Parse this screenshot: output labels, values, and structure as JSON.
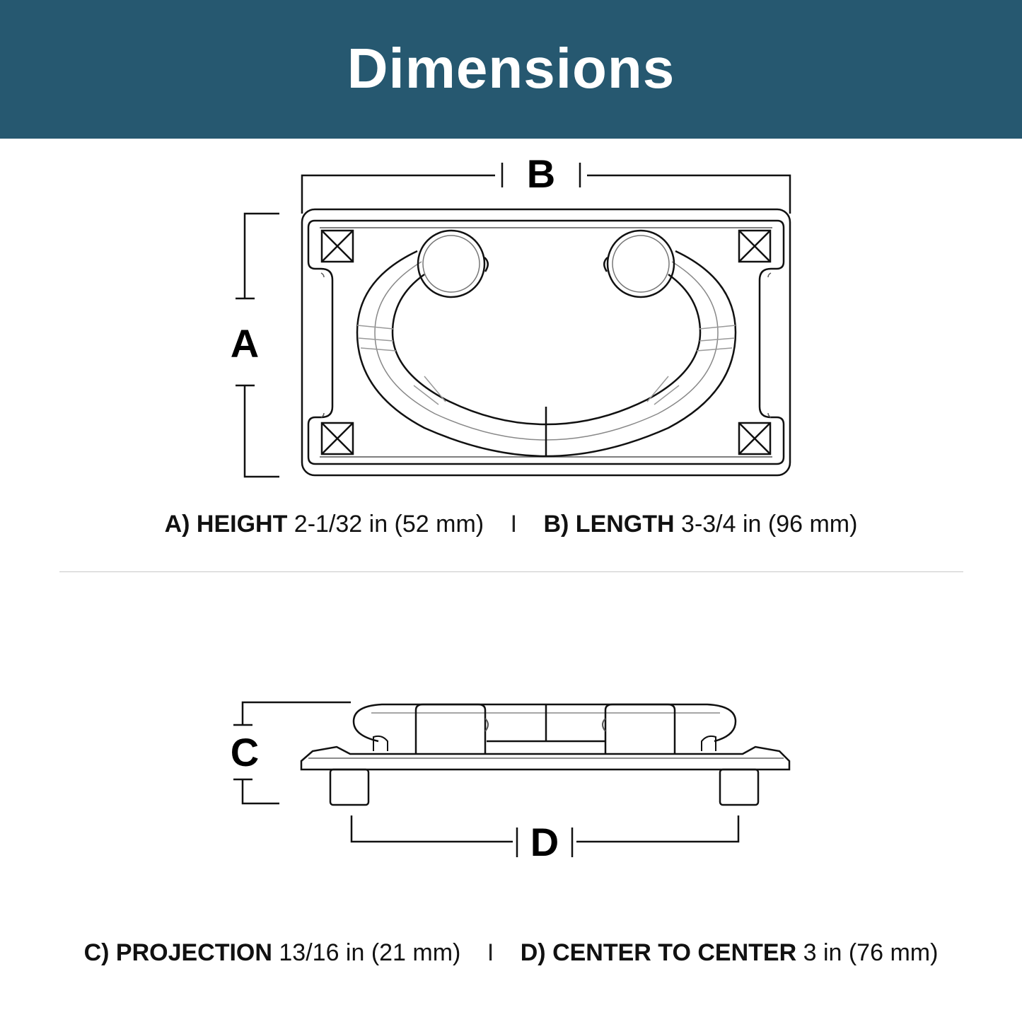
{
  "header": {
    "title": "Dimensions",
    "background_color": "#265870",
    "text_color": "#ffffff"
  },
  "diagram": {
    "labels": {
      "a": "A",
      "b": "B",
      "c": "C",
      "d": "D"
    }
  },
  "specs": {
    "row1": {
      "a_label": "A) HEIGHT",
      "a_value": "2-1/32 in (52 mm)",
      "separator": "I",
      "b_label": "B) LENGTH",
      "b_value": "3-3/4 in (96 mm)"
    },
    "row2": {
      "c_label": "C) PROJECTION",
      "c_value": "13/16 in (21 mm)",
      "separator": "I",
      "d_label": "D) CENTER TO CENTER",
      "d_value": "3 in (76 mm)"
    }
  }
}
